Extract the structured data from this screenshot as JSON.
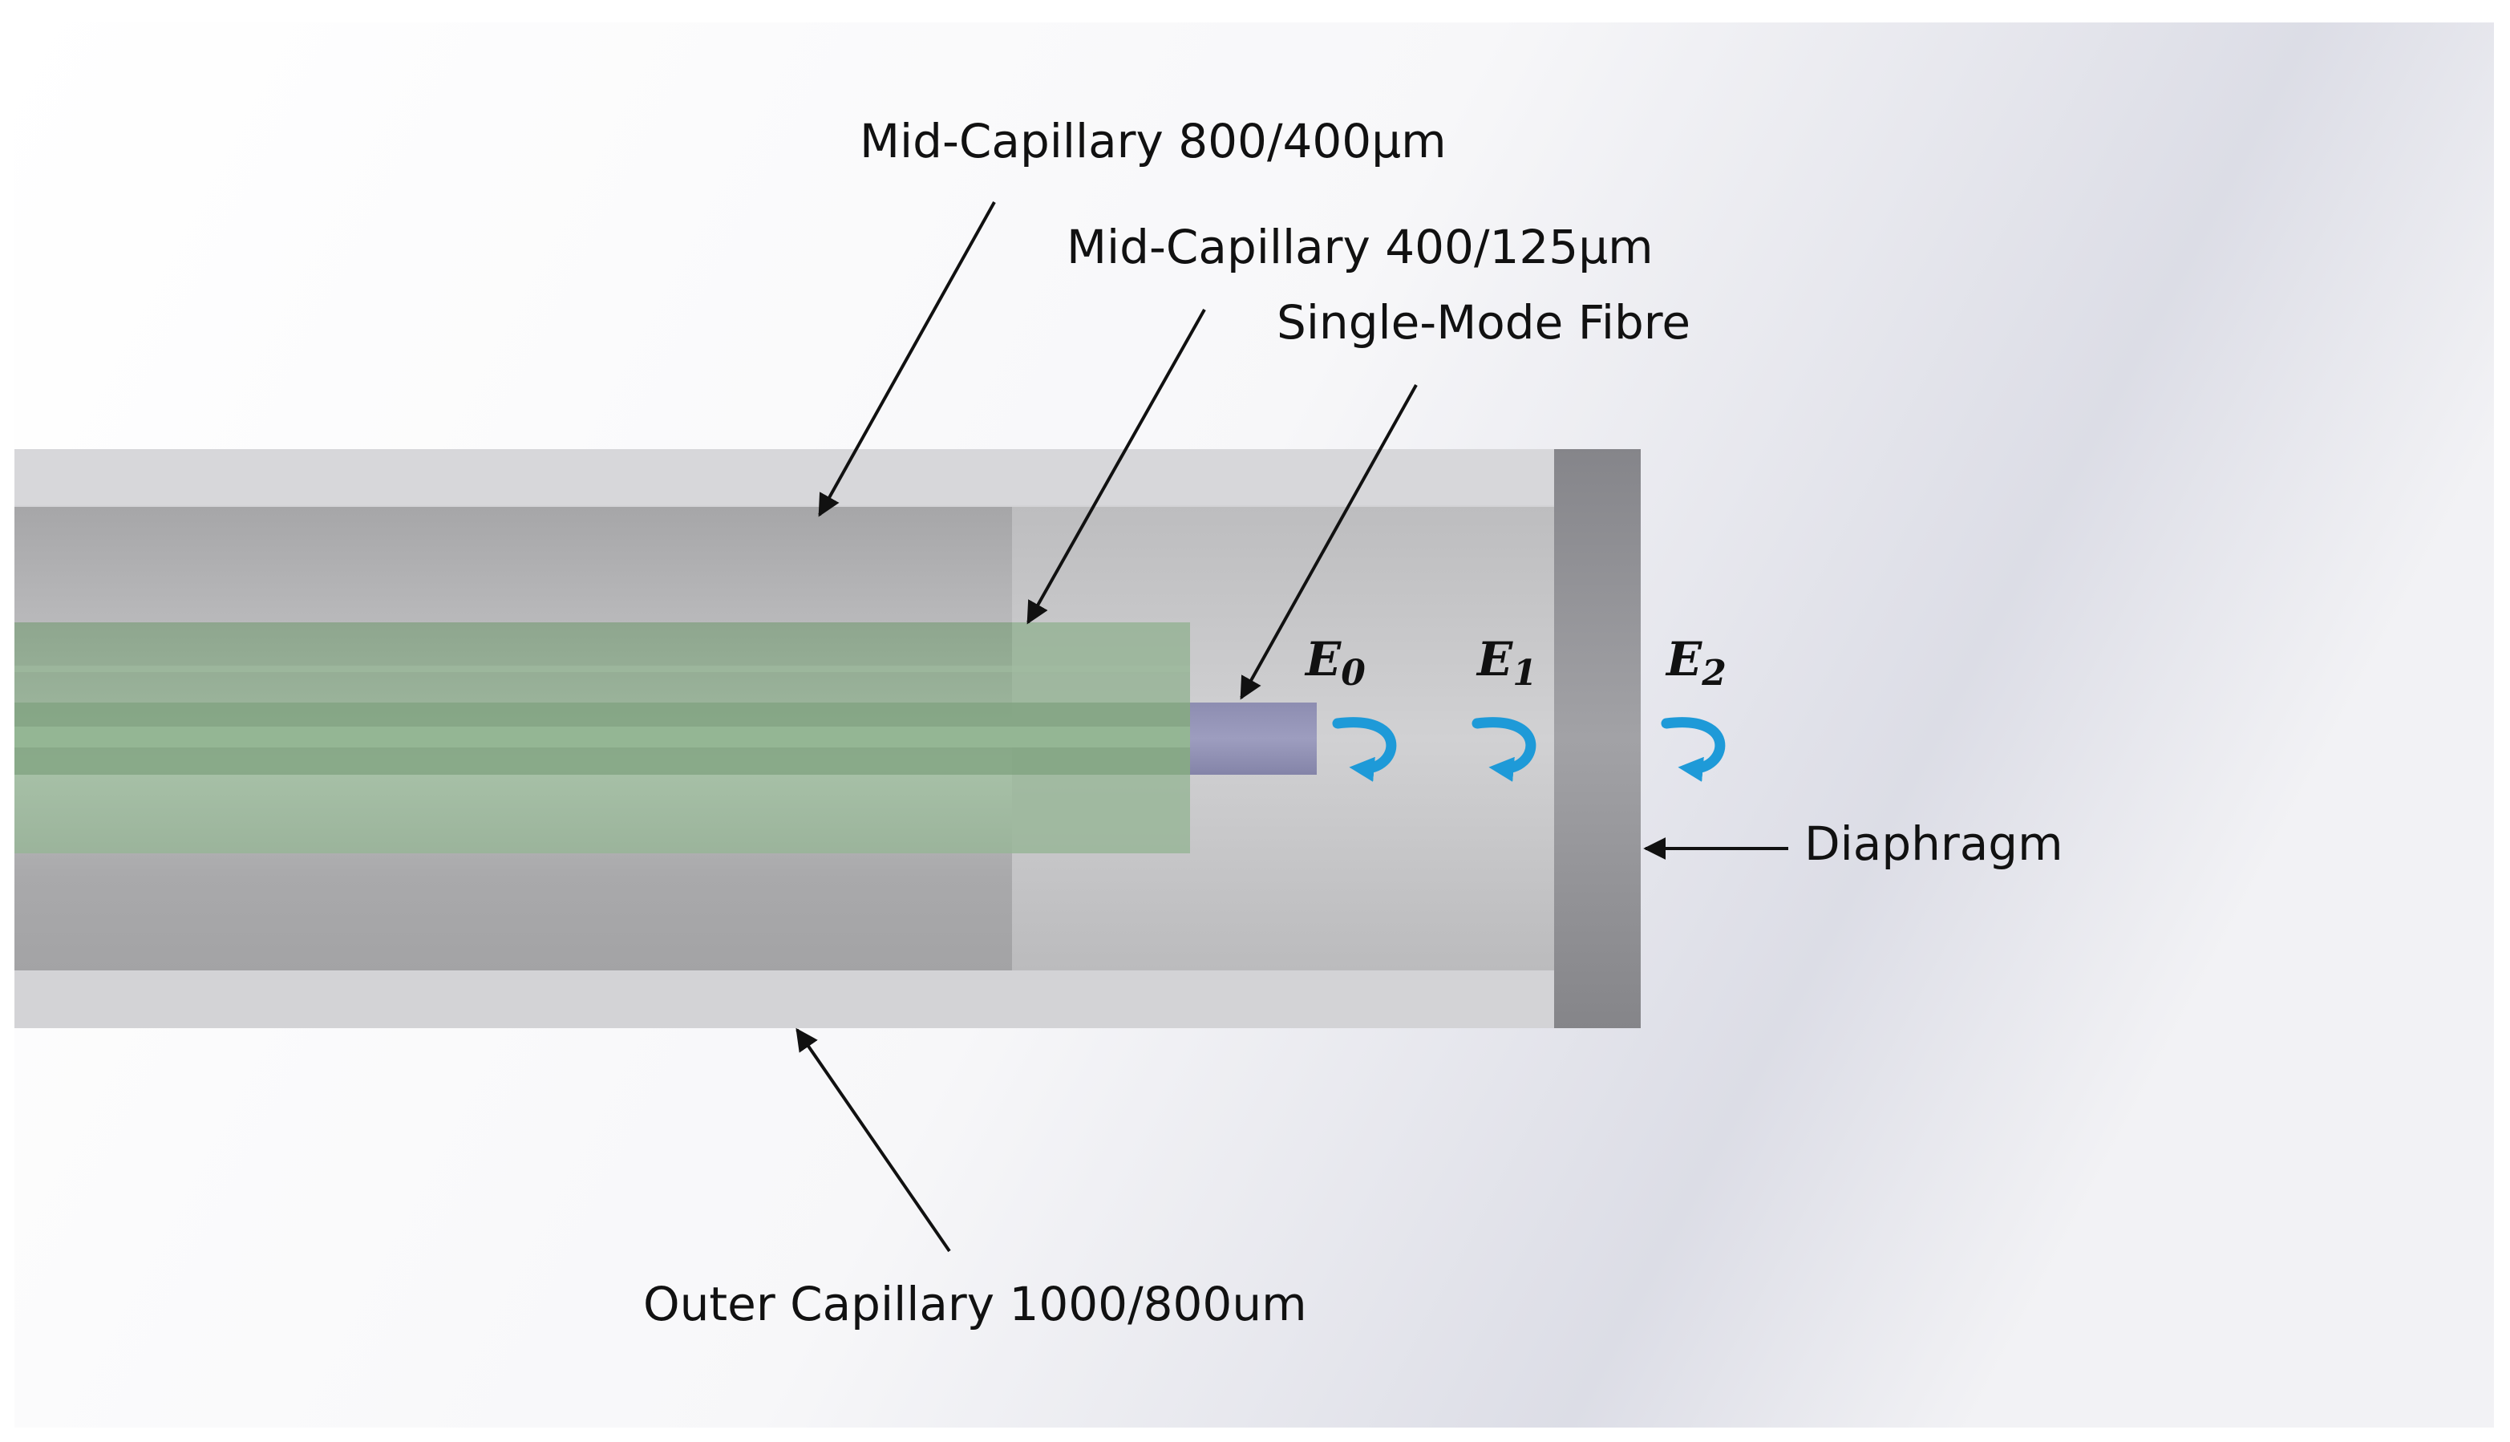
{
  "labels": {
    "mid_capillary_800": "Mid-Capillary 800/400μm",
    "mid_capillary_400": "Mid-Capillary 400/125μm",
    "single_mode_fibre": "Single-Mode Fibre",
    "diaphragm": "Diaphragm",
    "outer_capillary": "Outer Capillary 1000/800um"
  },
  "fields": [
    {
      "symbol": "E",
      "subscript": "0"
    },
    {
      "symbol": "E",
      "subscript": "1"
    },
    {
      "symbol": "E",
      "subscript": "2"
    }
  ],
  "colors": {
    "outer_capillary": "#d3d3d6",
    "mid_capillary_800": "#a9a9ab",
    "mid_capillary_400": "#8fa98f",
    "fibre_core": "#8898a0",
    "single_mode_fibre": "#8c8cb0",
    "diaphragm": "#8a8a8d",
    "reflection_arrow": "#1e9ad8",
    "callout_line": "#111111"
  }
}
